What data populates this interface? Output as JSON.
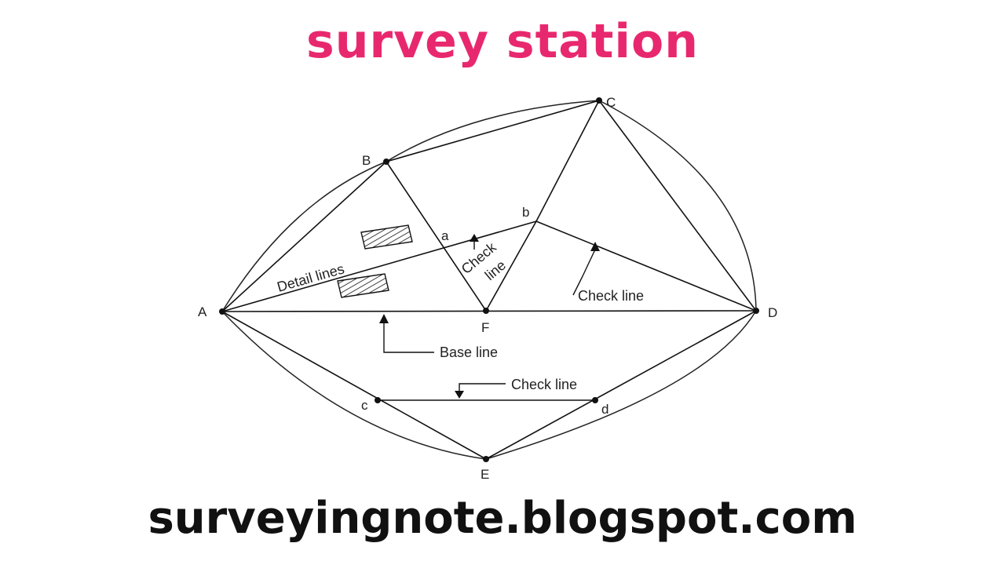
{
  "title": "survey station",
  "footer": "surveyingnote.blogspot.com",
  "colors": {
    "title": "#e8286e",
    "footer": "#111111",
    "lines": "#111111"
  },
  "stations": {
    "A": "A",
    "B": "B",
    "C": "C",
    "D": "D",
    "E": "E",
    "F": "F",
    "a": "a",
    "b": "b",
    "c": "c",
    "d": "d"
  },
  "annotations": {
    "detail_lines": "Detail lines",
    "check_line_tie": "Check",
    "check_line_tie_2": "line",
    "check_line_right": "Check line",
    "base_line": "Base line",
    "check_line_bottom": "Check line"
  }
}
